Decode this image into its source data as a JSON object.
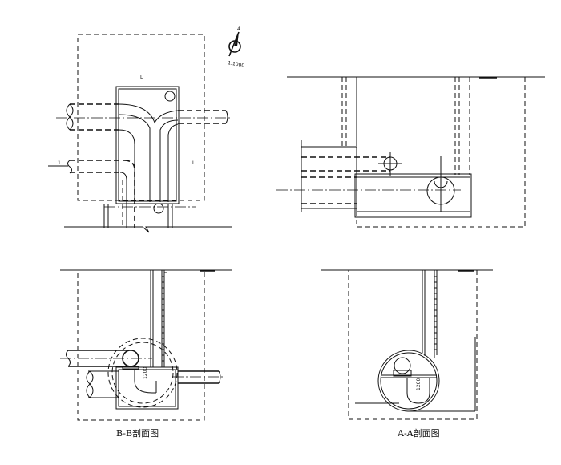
{
  "north_arrow": {
    "scale": "1:1000"
  },
  "views": {
    "plan": {},
    "elevation": {},
    "section_bb": {
      "title": "B-B剖面图",
      "dimension": "1200"
    },
    "section_aa": {
      "title": "A-A剖面图",
      "dimension": "1200"
    }
  }
}
